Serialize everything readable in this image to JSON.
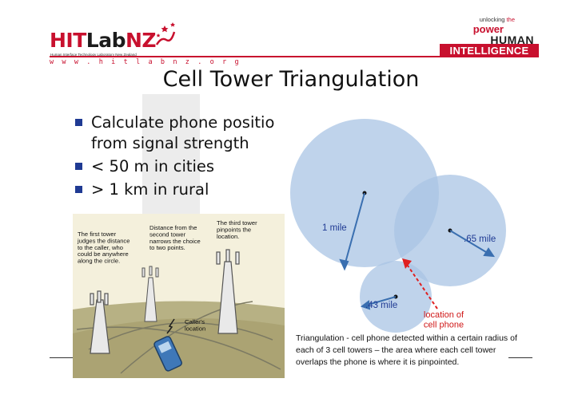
{
  "header": {
    "logo": {
      "hit": "HIT",
      "lab": "Lab",
      "nz": "NZ",
      "subtitle": "Human Interface Technology Laboratory New Zealand",
      "url": "w w w . h i t l a b n z . o r g"
    },
    "tagline": {
      "line1_a": "unlocking",
      "line1_b": "the",
      "line2": "power",
      "line3": "HUMAN",
      "line4": "INTELLIGENCE"
    }
  },
  "slide": {
    "title": "Cell Tower Triangulation",
    "bullets": [
      "Calculate phone positio\nfrom signal strength",
      "< 50 m in cities",
      "> 1 km in rural"
    ]
  },
  "cartoon": {
    "callout_1": "The first tower\njudges the distance\nto the caller, who\ncould be anywhere\nalong the circle.",
    "callout_2": "Distance from the\nsecond tower\nnarrows the choice\nto two points.",
    "callout_3": "The third tower\npinpoints the\nlocation.",
    "callout_4": "Caller's\nlocation"
  },
  "diagram": {
    "label_1": "1 mile",
    "label_2": ".65 mile",
    "label_3": ".43 mile",
    "location_label": "location of\ncell phone",
    "circle_color": "#a9c4e4",
    "arrow_color": "#3a6fb0",
    "accent_color": "#e02020"
  },
  "caption": "Triangulation - cell phone detected within a certain radius of each of 3 cell towers – the area where each cell tower overlaps the phone is where it is pinpointed."
}
